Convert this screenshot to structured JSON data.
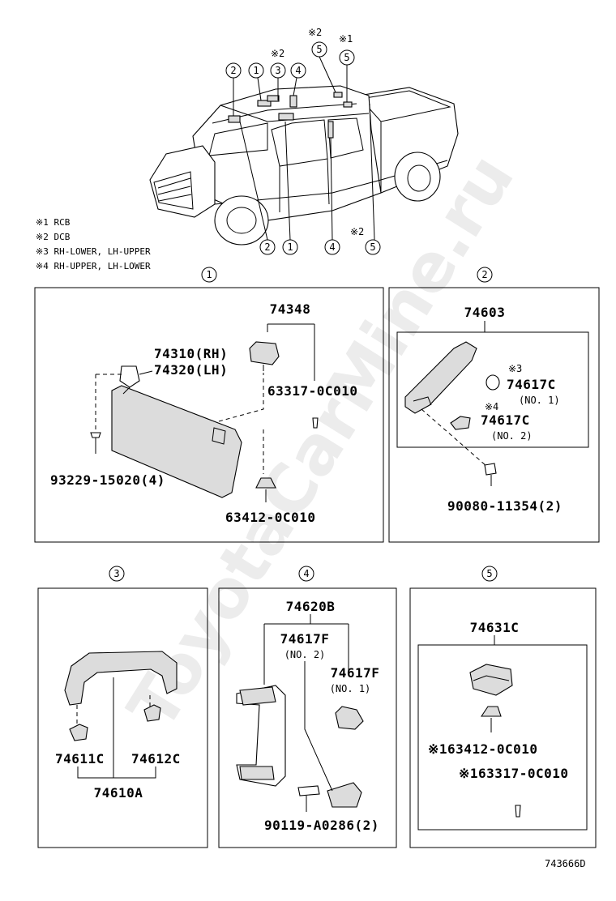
{
  "watermark": "ToyotaCarMine.ru",
  "legend": [
    "※1 RCB",
    "※2 DCB",
    "※3 RH-LOWER, LH-UPPER",
    "※4 RH-UPPER, LH-LOWER"
  ],
  "callouts": {
    "c1": "1",
    "c2": "2",
    "c3": "3",
    "c4": "4",
    "c5": "5",
    "mark2": "※2",
    "mark1": "※1"
  },
  "panel1": {
    "ref": "1",
    "p74348": "74348",
    "p74310": "74310(RH)",
    "p74320": "74320(LH)",
    "p63317": "63317-0C010",
    "p93229": "93229-15020(4)",
    "p63412": "63412-0C010"
  },
  "panel2": {
    "ref": "2",
    "p74603": "74603",
    "mark3": "※3",
    "p74617a": "74617C",
    "no1": "(NO. 1)",
    "mark4": "※4",
    "p74617b": "74617C",
    "no2": "(NO. 2)",
    "p90080": "90080-11354(2)"
  },
  "panel3": {
    "ref": "3",
    "p74611": "74611C",
    "p74612": "74612C",
    "p74610": "74610A"
  },
  "panel4": {
    "ref": "4",
    "p74620": "74620B",
    "p74617f2": "74617F",
    "no2": "(NO. 2)",
    "p74617f1": "74617F",
    "no1": "(NO. 1)",
    "p90119": "90119-A0286(2)"
  },
  "panel5": {
    "ref": "5",
    "p74631": "74631C",
    "p63412": "※163412-0C010",
    "p63317": "※163317-0C010"
  },
  "figure_id": "743666D"
}
